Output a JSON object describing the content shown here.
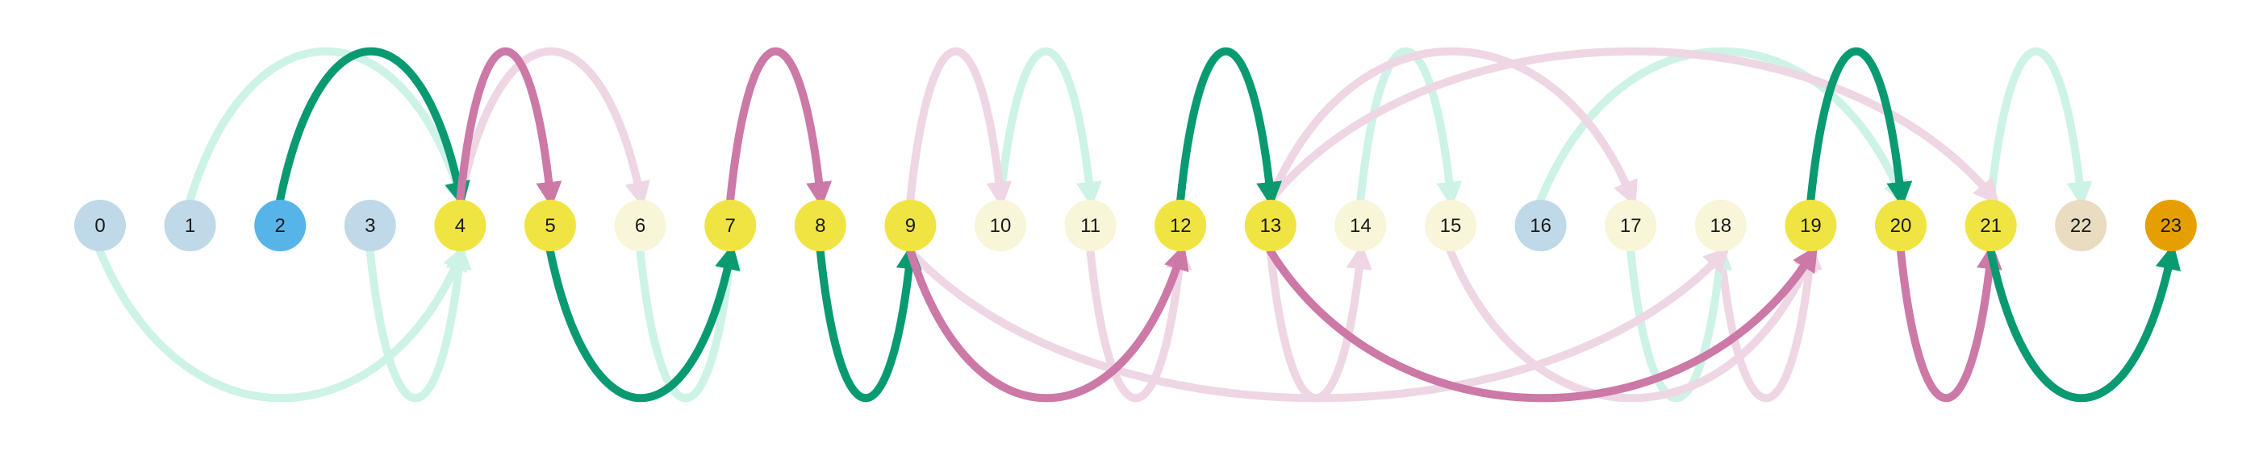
{
  "colors": {
    "dark_green": "#0a9a72",
    "light_green": "#cdf3e6",
    "dark_pink": "#cc79a7",
    "light_pink": "#efd6e4",
    "node_lightblue": "#c0d9e8",
    "node_blue": "#56b4e9",
    "node_yellow": "#f0e442",
    "node_cream": "#f8f5d8",
    "node_beige": "#e9dcc0",
    "node_orange": "#e69f00"
  },
  "nodes": [
    {
      "id": 0,
      "label": "0",
      "color": "node_lightblue"
    },
    {
      "id": 1,
      "label": "1",
      "color": "node_lightblue"
    },
    {
      "id": 2,
      "label": "2",
      "color": "node_blue"
    },
    {
      "id": 3,
      "label": "3",
      "color": "node_lightblue"
    },
    {
      "id": 4,
      "label": "4",
      "color": "node_yellow"
    },
    {
      "id": 5,
      "label": "5",
      "color": "node_yellow"
    },
    {
      "id": 6,
      "label": "6",
      "color": "node_cream"
    },
    {
      "id": 7,
      "label": "7",
      "color": "node_yellow"
    },
    {
      "id": 8,
      "label": "8",
      "color": "node_yellow"
    },
    {
      "id": 9,
      "label": "9",
      "color": "node_yellow"
    },
    {
      "id": 10,
      "label": "10",
      "color": "node_cream"
    },
    {
      "id": 11,
      "label": "11",
      "color": "node_cream"
    },
    {
      "id": 12,
      "label": "12",
      "color": "node_yellow"
    },
    {
      "id": 13,
      "label": "13",
      "color": "node_yellow"
    },
    {
      "id": 14,
      "label": "14",
      "color": "node_cream"
    },
    {
      "id": 15,
      "label": "15",
      "color": "node_cream"
    },
    {
      "id": 16,
      "label": "16",
      "color": "node_lightblue"
    },
    {
      "id": 17,
      "label": "17",
      "color": "node_cream"
    },
    {
      "id": 18,
      "label": "18",
      "color": "node_cream"
    },
    {
      "id": 19,
      "label": "19",
      "color": "node_yellow"
    },
    {
      "id": 20,
      "label": "20",
      "color": "node_yellow"
    },
    {
      "id": 21,
      "label": "21",
      "color": "node_yellow"
    },
    {
      "id": 22,
      "label": "22",
      "color": "node_beige"
    },
    {
      "id": 23,
      "label": "23",
      "color": "node_orange"
    }
  ],
  "edges": [
    {
      "from": 1,
      "to": 4,
      "side": "top",
      "color": "light_green"
    },
    {
      "from": 0,
      "to": 4,
      "side": "bottom",
      "color": "light_green"
    },
    {
      "from": 3,
      "to": 4,
      "side": "bottom",
      "color": "light_green"
    },
    {
      "from": 4,
      "to": 6,
      "side": "top",
      "color": "light_pink"
    },
    {
      "from": 6,
      "to": 7,
      "side": "bottom",
      "color": "light_green"
    },
    {
      "from": 9,
      "to": 10,
      "side": "top",
      "color": "light_pink"
    },
    {
      "from": 10,
      "to": 11,
      "side": "top",
      "color": "light_green"
    },
    {
      "from": 11,
      "to": 12,
      "side": "bottom",
      "color": "light_pink"
    },
    {
      "from": 9,
      "to": 18,
      "side": "bottom",
      "color": "light_pink"
    },
    {
      "from": 13,
      "to": 17,
      "side": "top",
      "color": "light_pink"
    },
    {
      "from": 13,
      "to": 21,
      "side": "top",
      "color": "light_pink"
    },
    {
      "from": 13,
      "to": 14,
      "side": "bottom",
      "color": "light_pink"
    },
    {
      "from": 14,
      "to": 15,
      "side": "top",
      "color": "light_green"
    },
    {
      "from": 15,
      "to": 19,
      "side": "bottom",
      "color": "light_pink"
    },
    {
      "from": 16,
      "to": 20,
      "side": "top",
      "color": "light_green"
    },
    {
      "from": 17,
      "to": 18,
      "side": "bottom",
      "color": "light_green"
    },
    {
      "from": 18,
      "to": 19,
      "side": "bottom",
      "color": "light_pink"
    },
    {
      "from": 21,
      "to": 22,
      "side": "top",
      "color": "light_green"
    },
    {
      "from": 2,
      "to": 4,
      "side": "top",
      "color": "dark_green"
    },
    {
      "from": 4,
      "to": 5,
      "side": "top",
      "color": "dark_pink"
    },
    {
      "from": 5,
      "to": 7,
      "side": "bottom",
      "color": "dark_green"
    },
    {
      "from": 7,
      "to": 8,
      "side": "top",
      "color": "dark_pink"
    },
    {
      "from": 8,
      "to": 9,
      "side": "bottom",
      "color": "dark_green"
    },
    {
      "from": 9,
      "to": 12,
      "side": "bottom",
      "color": "dark_pink"
    },
    {
      "from": 12,
      "to": 13,
      "side": "top",
      "color": "dark_green"
    },
    {
      "from": 13,
      "to": 19,
      "side": "bottom",
      "color": "dark_pink"
    },
    {
      "from": 19,
      "to": 20,
      "side": "top",
      "color": "dark_green"
    },
    {
      "from": 20,
      "to": 21,
      "side": "bottom",
      "color": "dark_pink"
    },
    {
      "from": 21,
      "to": 23,
      "side": "bottom",
      "color": "dark_green"
    }
  ]
}
